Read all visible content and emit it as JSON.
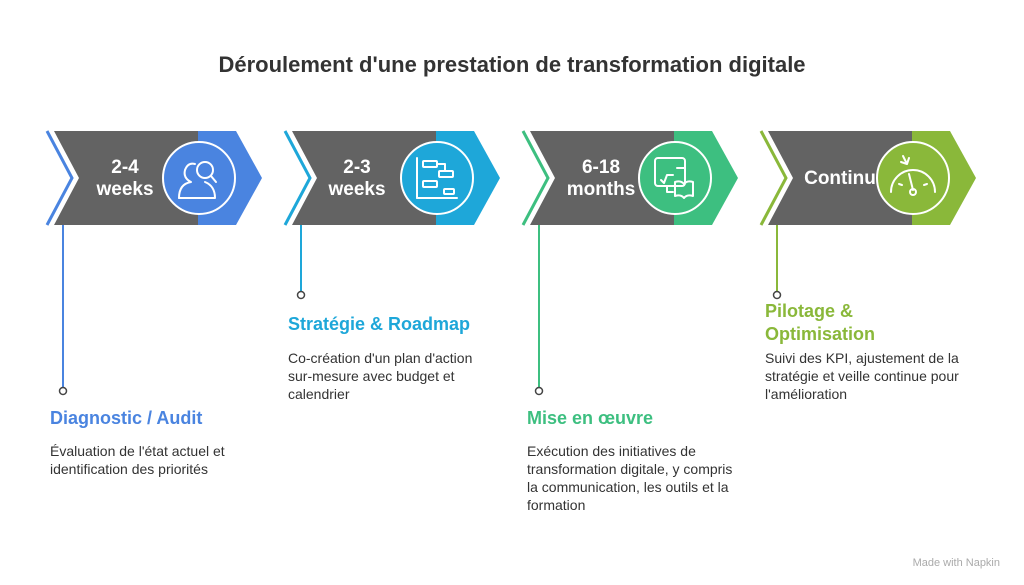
{
  "title": "Déroulement d'une prestation de transformation digitale",
  "stages": [
    {
      "duration_line1": "2-4",
      "duration_line2": "weeks",
      "title": "Diagnostic / Audit",
      "description": "Évaluation de l'état actuel et identification des priorités",
      "color": "#4A84E0",
      "icon": "user-search-icon"
    },
    {
      "duration_line1": "2-3",
      "duration_line2": "weeks",
      "title": "Stratégie & Roadmap",
      "description": "Co-création d'un plan d'action sur-mesure avec budget et calendrier",
      "color": "#1EA7D9",
      "icon": "gantt-chart-icon"
    },
    {
      "duration_line1": "6-18",
      "duration_line2": "months",
      "title": "Mise en œuvre",
      "description": "Exécution des initiatives de transformation digitale, y compris la communication, les outils et la formation",
      "color": "#3DBF80",
      "icon": "training-board-icon"
    },
    {
      "duration_line1": "Continu",
      "duration_line2": "",
      "title": "Pilotage & Optimisation",
      "description": "Suivi des KPI, ajustement de la stratégie et veille continue pour l'amélioration",
      "color": "#8AB83A",
      "icon": "gauge-icon"
    }
  ],
  "footer": "Made with Napkin"
}
